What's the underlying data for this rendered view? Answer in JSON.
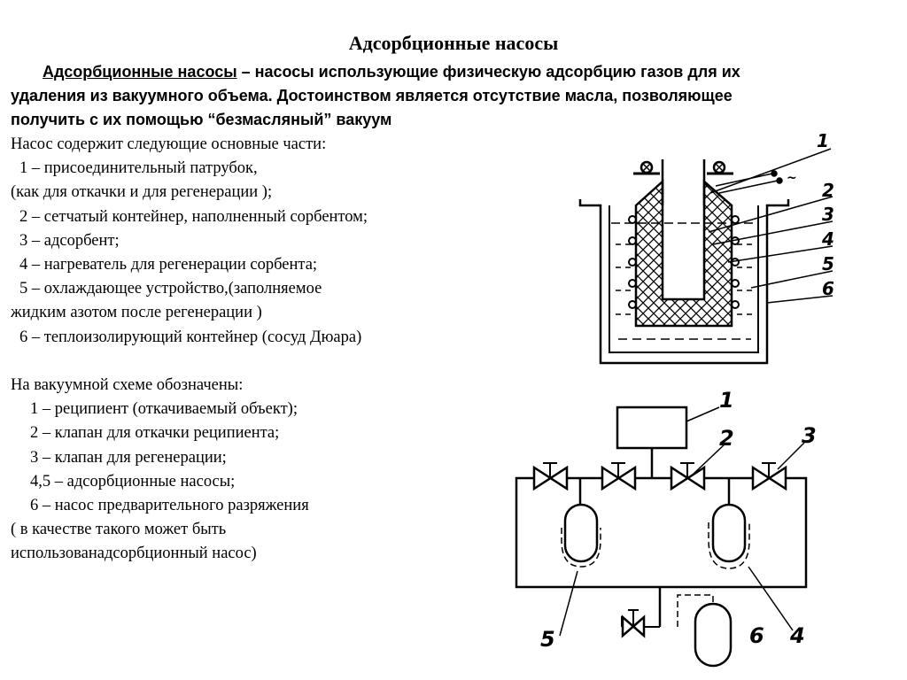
{
  "title": "Адсорбционные насосы",
  "intro": {
    "term": "Адсорбционные насосы",
    "line1_rest": " – насосы использующие физическую адсорбцию газов для их",
    "line2": "удаления из вакуумного объема.    Достоинством  является отсутствие масла,  позволяющее",
    "line3": "получить с их помощью “безмасляный” вакуум"
  },
  "parts": {
    "heading": "Насос содержит следующие основные части:",
    "items": [
      "1 – присоединительный патрубок,",
      "(как для откачки  и для регенерации );",
      "2 – сетчатый контейнер, наполненный сорбентом;",
      "3 – адсорбент;",
      "4 – нагреватель для регенерации сорбента;",
      "5 – охлаждающее устройство,(заполняемое",
      "жидким азотом после регенерации )",
      "6 – теплоизолирующий контейнер (сосуд Дюара)"
    ]
  },
  "scheme": {
    "heading": "На вакуумной схеме   обозначены:",
    "items": [
      "1 – реципиент (откачиваемый объект);",
      "2 – клапан для откачки реципиента;",
      "3 – клапан для регенерации;",
      "4,5 – адсорбционные насосы;",
      "6 – насос предварительного разряжения",
      "( в качестве такого  может быть",
      " использованадсорбционный насос)"
    ]
  },
  "pump_diagram": {
    "labels": [
      "1",
      "2",
      "3",
      "4",
      "5",
      "6"
    ],
    "heater_symbol": "~"
  },
  "vacuum_scheme": {
    "labels": [
      "1",
      "2",
      "3",
      "4",
      "5",
      "6"
    ]
  }
}
